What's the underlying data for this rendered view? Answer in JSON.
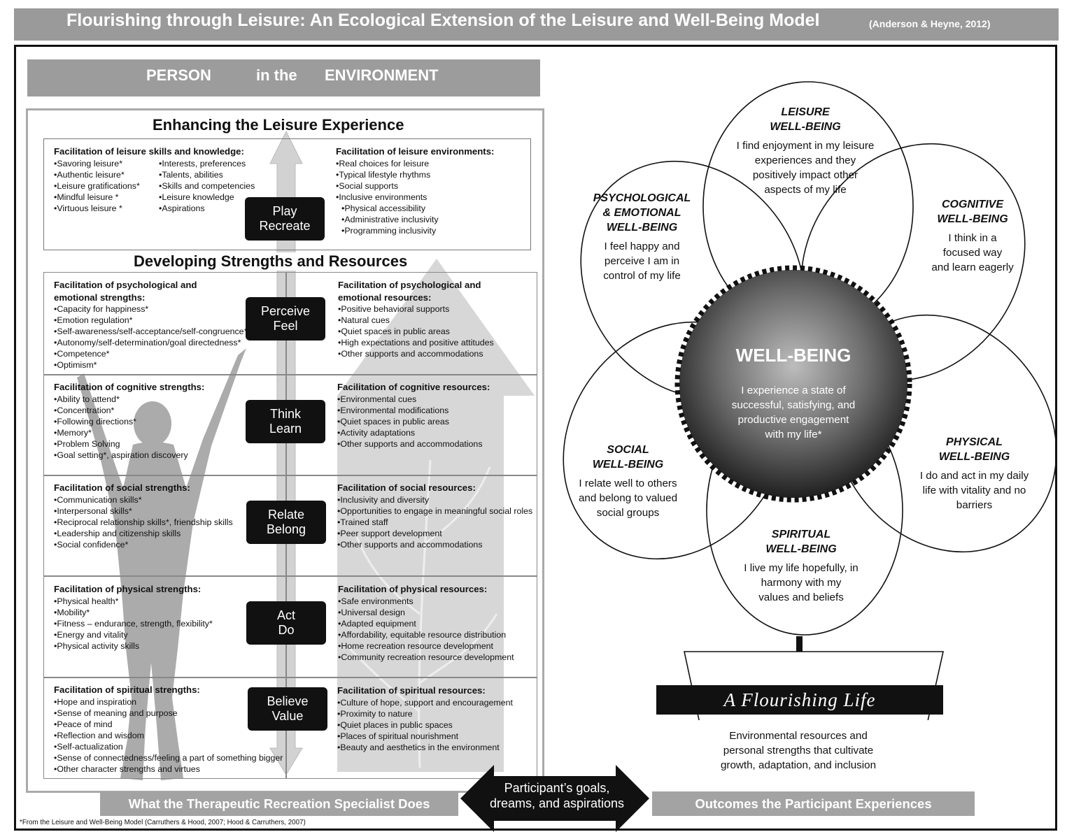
{
  "header": {
    "title": "Flourishing through Leisure: An Ecological Extension of the Leisure and Well-Being Model",
    "citation": "(Anderson & Heyne, 2012)"
  },
  "banner": {
    "person": "PERSON",
    "in_the": "in the",
    "environment": "ENVIRONMENT"
  },
  "left": {
    "enhancing_title": "Enhancing the Leisure Experience",
    "developing_title": "Developing Strengths and Resources",
    "leisure_skills": {
      "heading": "Facilitation of leisure skills and knowledge:",
      "col1": [
        "Savoring leisure*",
        "Authentic leisure*",
        "Leisure gratifications*",
        "Mindful leisure *",
        "Virtuous leisure *"
      ],
      "col2": [
        "Interests, preferences",
        "Talents, abilities",
        "Skills and competencies",
        "Leisure knowledge",
        "Aspirations"
      ]
    },
    "leisure_env": {
      "heading": "Facilitation of leisure environments:",
      "items": [
        "Real choices for leisure",
        "Typical lifestyle rhythms",
        "Social supports",
        "Inclusive environments"
      ],
      "sub_items": [
        "Physical accessibility",
        "Administrative inclusivity",
        "Programming inclusivity"
      ]
    },
    "rows": [
      {
        "badge": [
          "Play",
          "Recreate"
        ]
      },
      {
        "badge": [
          "Perceive",
          "Feel"
        ],
        "strengths_heading": [
          "Facilitation of psychological and",
          "emotional strengths:"
        ],
        "strengths": [
          "Capacity for happiness*",
          "Emotion regulation*",
          "Self-awareness/self-acceptance/self-congruence*",
          "Autonomy/self-determination/goal directedness*",
          "Competence*",
          "Optimism*"
        ],
        "resources_heading": [
          "Facilitation of psychological and",
          "emotional resources:"
        ],
        "resources": [
          "Positive behavioral supports",
          "Natural cues",
          "Quiet spaces in public areas",
          "High expectations and positive attitudes",
          "Other supports and accommodations"
        ]
      },
      {
        "badge": [
          "Think",
          "Learn"
        ],
        "strengths_heading": [
          "Facilitation of cognitive strengths:"
        ],
        "strengths": [
          "Ability to attend*",
          "Concentration*",
          "Following directions*",
          "Memory*",
          "Problem Solving",
          "Goal setting*, aspiration discovery"
        ],
        "resources_heading": [
          "Facilitation of cognitive resources:"
        ],
        "resources": [
          "Environmental cues",
          "Environmental modifications",
          "Quiet spaces in public areas",
          "Activity adaptations",
          "Other supports and accommodations"
        ]
      },
      {
        "badge": [
          "Relate",
          "Belong"
        ],
        "strengths_heading": [
          "Facilitation of social strengths:"
        ],
        "strengths": [
          "Communication skills*",
          "Interpersonal skills*",
          "Reciprocal relationship skills*, friendship skills",
          "Leadership and citizenship skills",
          "Social confidence*"
        ],
        "resources_heading": [
          "Facilitation of social resources:"
        ],
        "resources": [
          "Inclusivity and diversity",
          "Opportunities to engage in meaningful social roles",
          "Trained staff",
          "Peer support development",
          "Other supports and accommodations"
        ]
      },
      {
        "badge": [
          "Act",
          "Do"
        ],
        "strengths_heading": [
          "Facilitation of physical strengths:"
        ],
        "strengths": [
          "Physical health*",
          "Mobility*",
          "Fitness – endurance, strength, flexibility*",
          "Energy and vitality",
          "Physical activity skills"
        ],
        "resources_heading": [
          "Facilitation of physical resources:"
        ],
        "resources": [
          "Safe environments",
          "Universal design",
          "Adapted equipment",
          "Affordability, equitable resource distribution",
          "Home recreation resource development",
          "Community recreation resource development"
        ]
      },
      {
        "badge": [
          "Believe",
          "Value"
        ],
        "strengths_heading": [
          "Facilitation of spiritual strengths:"
        ],
        "strengths": [
          "Hope and inspiration",
          "Sense of meaning and purpose",
          "Peace of mind",
          "Reflection and wisdom",
          "Self-actualization",
          "Sense of connectedness/feeling a part of something bigger",
          "Other character strengths and virtues"
        ],
        "resources_heading": [
          "Facilitation of spiritual resources:"
        ],
        "resources": [
          "Culture of hope, support and encouragement",
          "Proximity to nature",
          "Quiet places in public spaces",
          "Places of spiritual nourishment",
          "Beauty and aesthetics in the environment"
        ]
      }
    ]
  },
  "right": {
    "petals": [
      {
        "title": [
          "LEISURE",
          "WELL-BEING"
        ],
        "text": [
          "I find enjoyment in my leisure",
          "experiences and they",
          "positively impact other",
          "aspects of my life"
        ]
      },
      {
        "title": [
          "COGNITIVE",
          "WELL-BEING"
        ],
        "text": [
          "I think in a",
          "focused way",
          "and learn eagerly"
        ]
      },
      {
        "title": [
          "PHYSICAL",
          "WELL-BEING"
        ],
        "text": [
          "I do and act in my daily",
          "life with vitality and no",
          "barriers"
        ]
      },
      {
        "title": [
          "SPIRITUAL",
          "WELL-BEING"
        ],
        "text": [
          "I live my life hopefully, in",
          "harmony with my",
          "values and beliefs"
        ]
      },
      {
        "title": [
          "SOCIAL",
          "WELL-BEING"
        ],
        "text": [
          "I relate well to others",
          "and belong to valued",
          "social groups"
        ]
      },
      {
        "title": [
          "PSYCHOLOGICAL",
          "& EMOTIONAL",
          "WELL-BEING"
        ],
        "text": [
          "I feel happy and",
          "perceive I am in",
          "control of my life"
        ]
      }
    ],
    "center": {
      "title": "WELL-BEING",
      "text": [
        "I experience a state of",
        "successful, satisfying, and",
        "productive engagement",
        "with my life*"
      ]
    },
    "flourishing_label": "A Flourishing Life",
    "pot_text": [
      "Environmental resources and",
      "personal strengths that cultivate",
      "growth, adaptation, and inclusion"
    ]
  },
  "bottom": {
    "left_label": "What the Therapeutic Recreation Specialist Does",
    "arrow_text": [
      "Participant’s goals,",
      "dreams, and aspirations"
    ],
    "right_label": "Outcomes the Participant Experiences"
  },
  "footnote": "*From the Leisure and Well-Being Model (Carruthers & Hood, 2007; Hood & Carruthers, 2007)",
  "colors": {
    "banner_gray": "#9c9c9c",
    "arrow_gray": "#d4d4d4",
    "figure_gray": "#a9a9a9",
    "black": "#111111"
  }
}
